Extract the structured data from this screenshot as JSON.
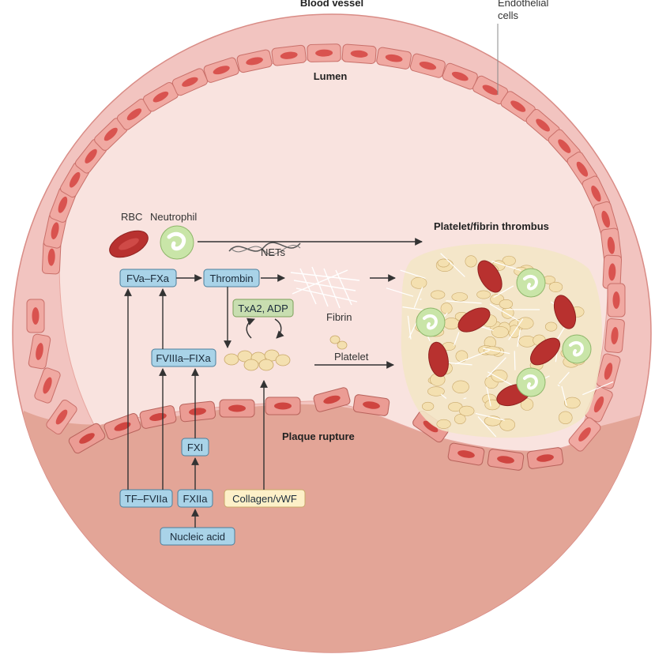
{
  "labels": {
    "blood_vessel": "Blood vessel",
    "endothelial": "Endothelial",
    "cells": "cells",
    "lumen": "Lumen",
    "rbc": "RBC",
    "neutrophil": "Neutrophil",
    "nets": "NETs",
    "thrombus": "Platelet/fibrin thrombus",
    "fibrin": "Fibrin",
    "platelet": "Platelet",
    "plaque_rupture": "Plaque rupture"
  },
  "boxes": {
    "fva_fxa": "FVa–FXa",
    "thrombin": "Thrombin",
    "txa2_adp": "TxA2, ADP",
    "fviiia_fixa": "FVIIIa–FIXa",
    "fxi": "FXI",
    "tf_fviia": "TF–FVIIa",
    "fxiia": "FXIIa",
    "nucleic_acid": "Nucleic acid",
    "collagen_vwf": "Collagen/vWF"
  },
  "colors": {
    "vessel_outer": "#f2c4c0",
    "lumen": "#f9e3df",
    "plaque": "#e3a597",
    "endothelial_cell": "#f0a9a2",
    "nucleus": "#d9534f",
    "blue_box": "#a9d3e8",
    "green_box": "#c8deb0",
    "cream_box": "#fdf0c8",
    "rbc": "#b8312f",
    "neutrophil": "#c9e5a8",
    "platelet": "#f4e0b0"
  }
}
